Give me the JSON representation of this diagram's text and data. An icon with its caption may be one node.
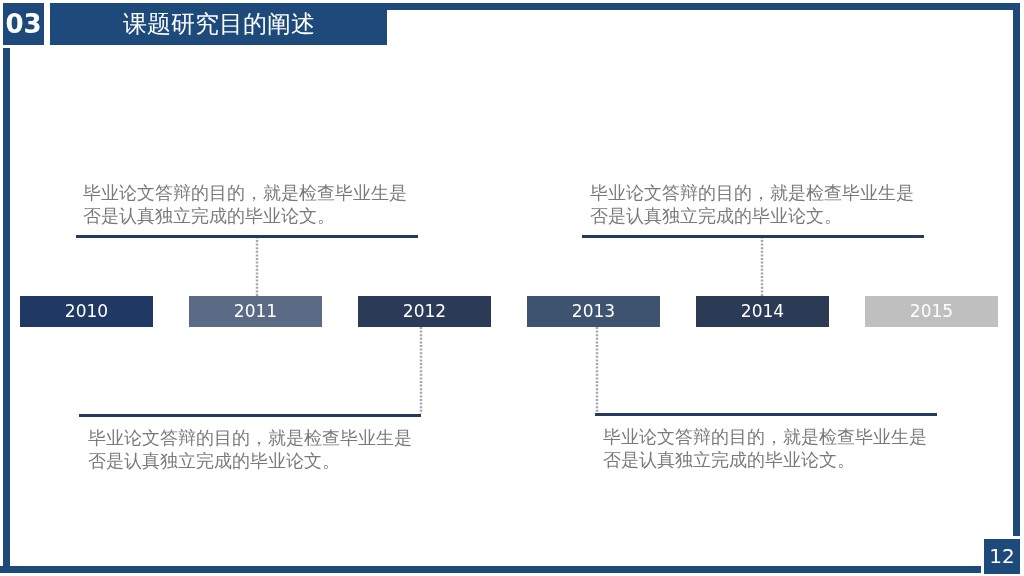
{
  "diagram": {
    "title": "课题研究目的阐述",
    "nodes": [
      {
        "text": [
          "毕业论文答辩的目的，就是检查毕业生是否是认真独立完成的毕业论文。"
        ]
      },
      {
        "text": [
          "毕业论文答辩的目的，就是检查毕业生是否是认真独立完成的毕业论文。"
        ]
      },
      {
        "text": [
          "2010"
        ]
      },
      {
        "text": [
          "2011"
        ]
      },
      {
        "text": [
          "2012"
        ]
      },
      {
        "text": [
          "2013"
        ]
      },
      {
        "text": [
          "2014"
        ]
      },
      {
        "text": [
          "2015"
        ]
      },
      {
        "text": [
          "毕业论文答辩的目的，就是检查毕业生是否是认真独立完成的毕业论文。"
        ]
      },
      {
        "text": [
          "毕业论文答辩的目的，就是检查毕业生是否是认真独立完成的毕业论文。"
        ]
      }
    ],
    "edges": [
      {
        "from": 3,
        "to": 0,
        "arrow": "none",
        "style": "dashed"
      },
      {
        "from": 6,
        "to": 1,
        "arrow": "none",
        "style": "dashed"
      },
      {
        "from": 4,
        "to": 8,
        "arrow": "none",
        "style": "dashed"
      },
      {
        "from": 5,
        "to": 9,
        "arrow": "none",
        "style": "dashed"
      }
    ],
    "labels": [
      "03",
      "12"
    ]
  }
}
